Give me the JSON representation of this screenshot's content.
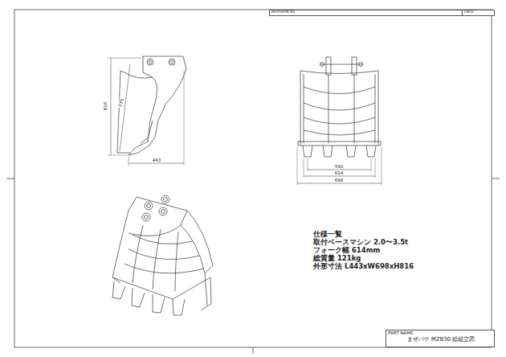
{
  "diagram": {
    "nodes": [
      {
        "text": [
          "REVISION No."
        ]
      },
      {
        "text": [
          "DATE:"
        ]
      },
      {
        "text": [
          "PART NAME",
          "まぜバケ MZB30 総組立図"
        ]
      }
    ],
    "labels": [
      "816",
      "775",
      "443",
      "590",
      "614",
      "698",
      "仕様一覧",
      "取付ベースマシン 2.0〜3.5t",
      "フォーク幅 614mm",
      "総質量 121kg",
      "外形寸法 L443xW698xH816"
    ]
  }
}
